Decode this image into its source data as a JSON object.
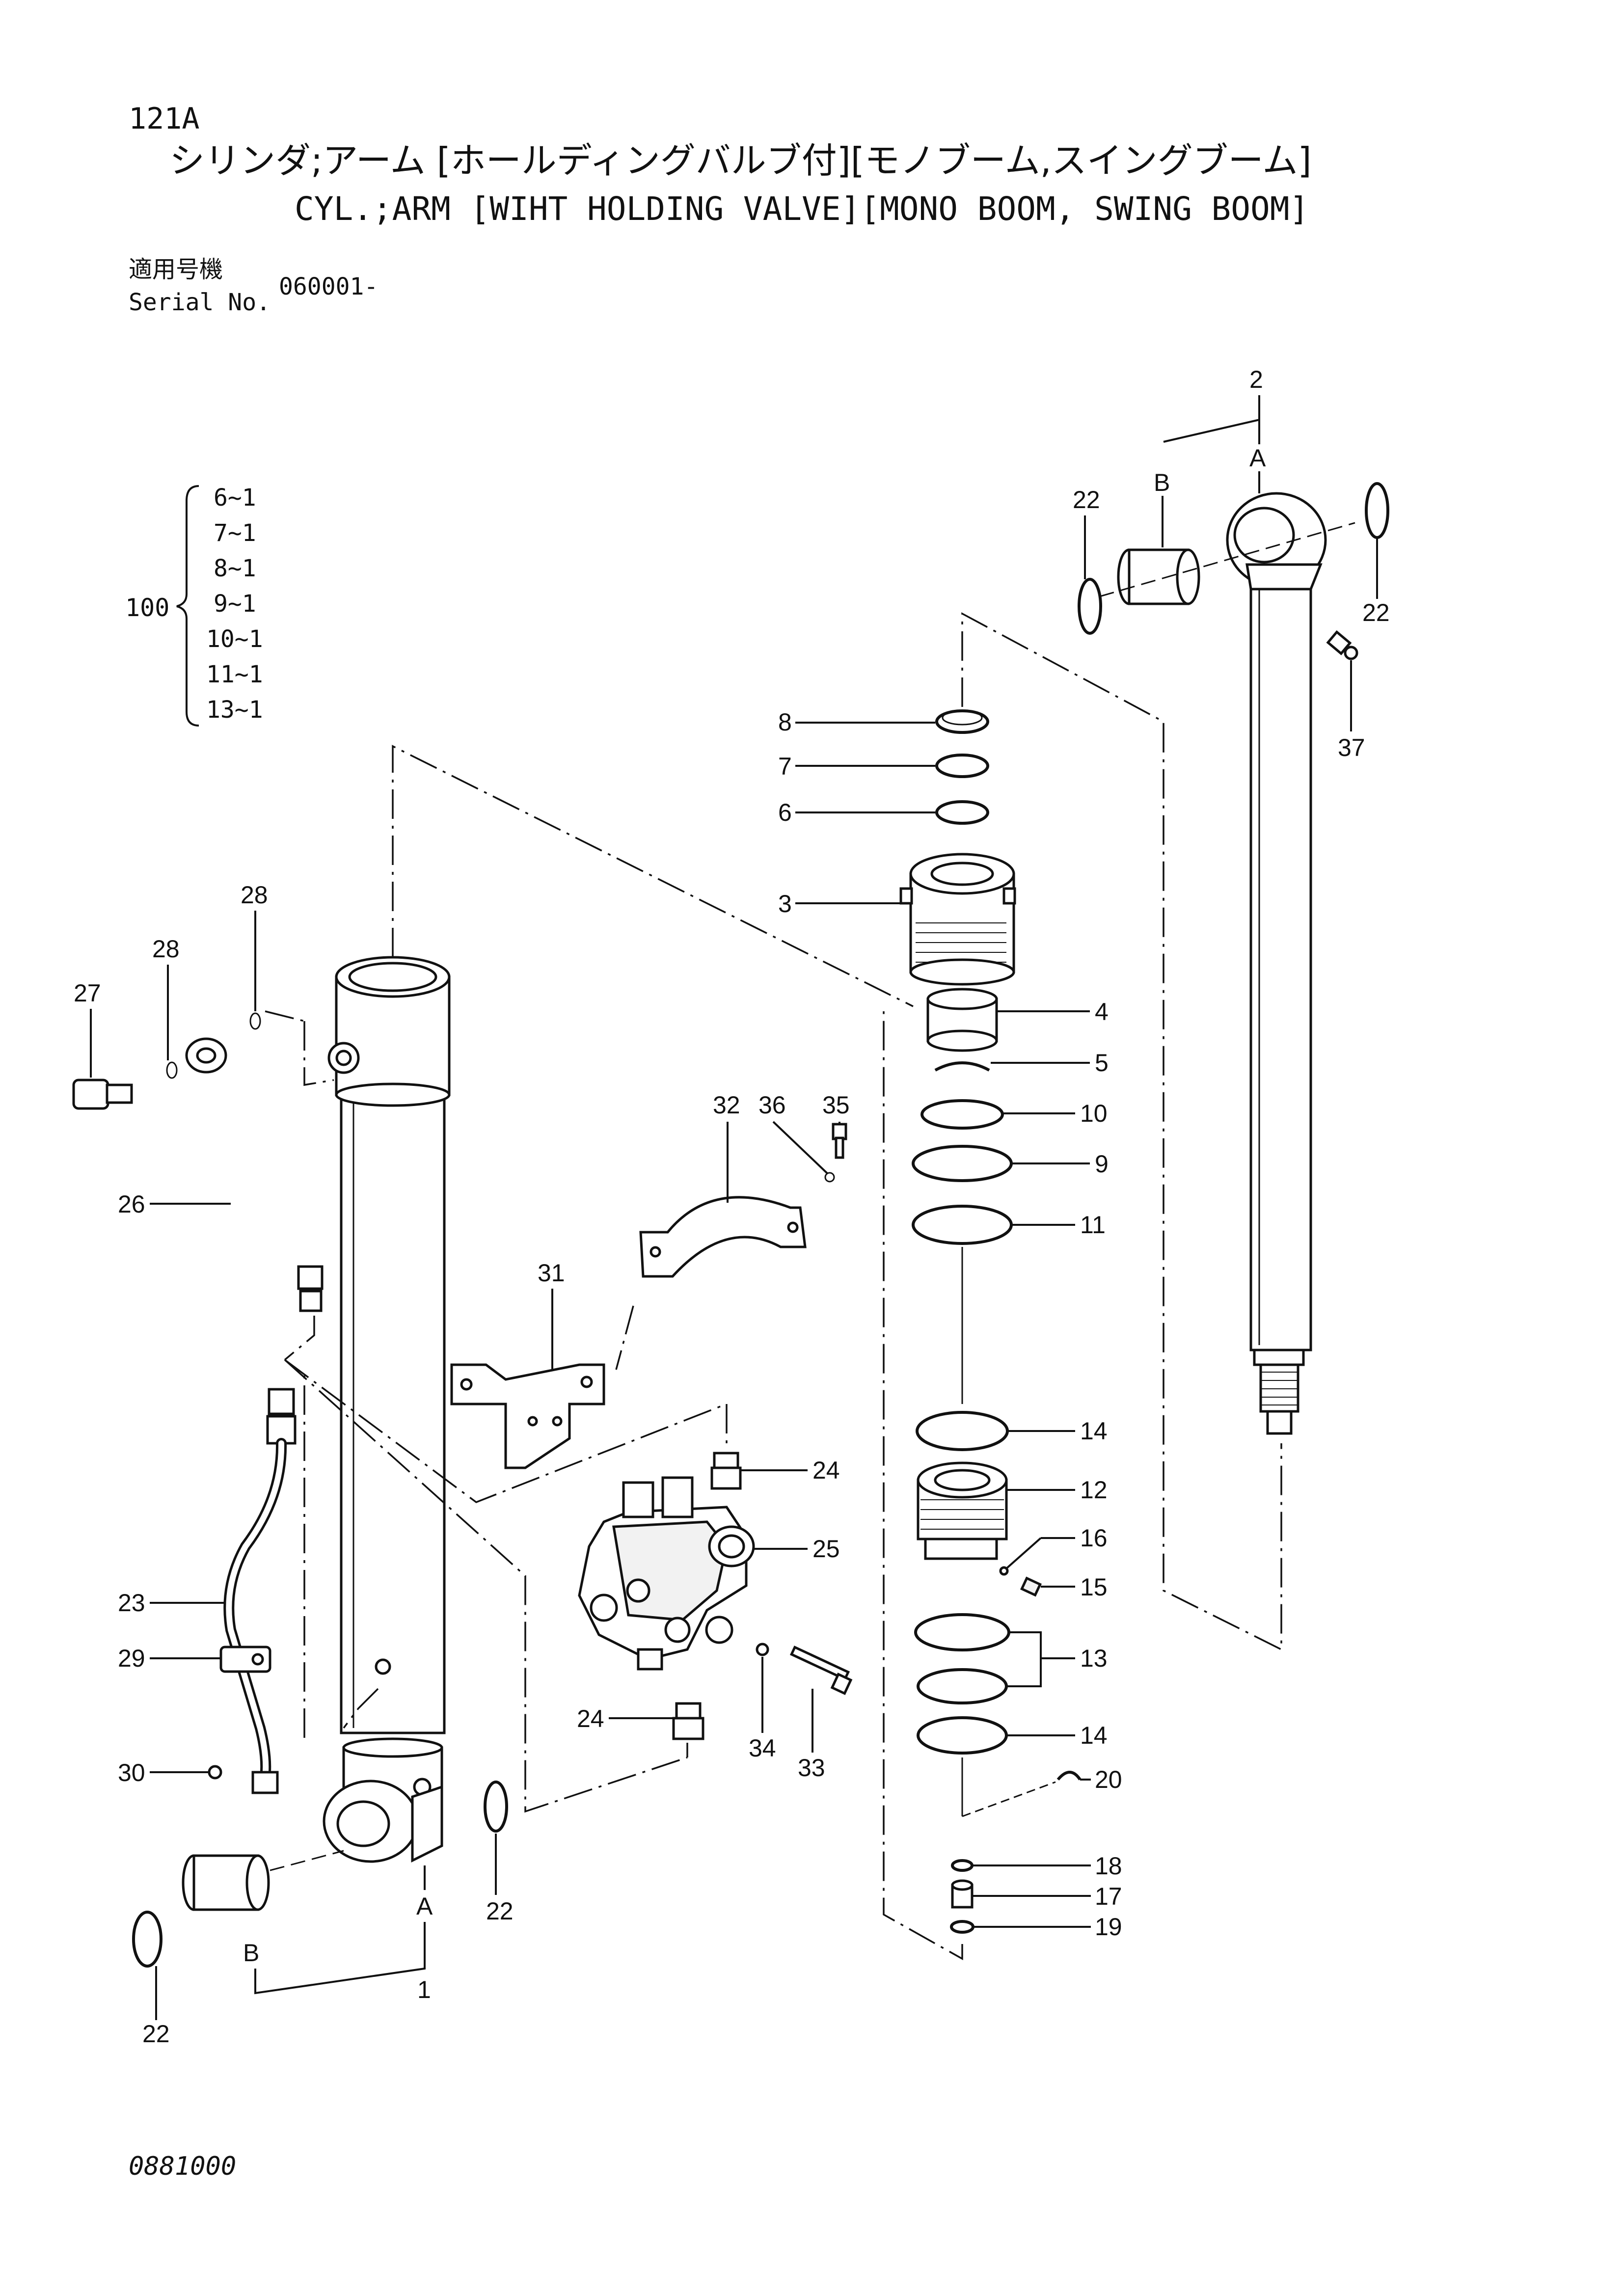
{
  "header": {
    "page_code": "121A",
    "title_jp": "シリンダ;アーム [ホールディングバルブ付][モノブーム,スイングブーム]",
    "title_en": "CYL.;ARM [WIHT HOLDING VALVE][MONO BOOM, SWING BOOM]",
    "serial_label_jp": "適用号機",
    "serial_label_en": "Serial No.",
    "serial_value": "060001-"
  },
  "kit": {
    "number": "100",
    "items": [
      "6~1",
      "7~1",
      "8~1",
      "9~1",
      "10~1",
      "11~1",
      "13~1"
    ]
  },
  "labels": {
    "p1": "1",
    "p2": "2",
    "p3": "3",
    "p4": "4",
    "p5": "5",
    "p6": "6",
    "p7": "7",
    "p8": "8",
    "p9": "9",
    "p10": "10",
    "p11": "11",
    "p12": "12",
    "p13": "13",
    "p14a": "14",
    "p14b": "14",
    "p15": "15",
    "p16": "16",
    "p17": "17",
    "p18": "18",
    "p19": "19",
    "p20": "20",
    "p22a": "22",
    "p22b": "22",
    "p22c": "22",
    "p22d": "22",
    "p23": "23",
    "p24a": "24",
    "p24b": "24",
    "p25": "25",
    "p26": "26",
    "p27": "27",
    "p28a": "28",
    "p28b": "28",
    "p29": "29",
    "p30": "30",
    "p31": "31",
    "p32": "32",
    "p33": "33",
    "p34": "34",
    "p35": "35",
    "p36": "36",
    "p37": "37",
    "a_top": "A",
    "b_top": "B",
    "a_bottom": "A",
    "b_bottom": "B"
  },
  "footer": {
    "drawing_number": "0881000"
  }
}
